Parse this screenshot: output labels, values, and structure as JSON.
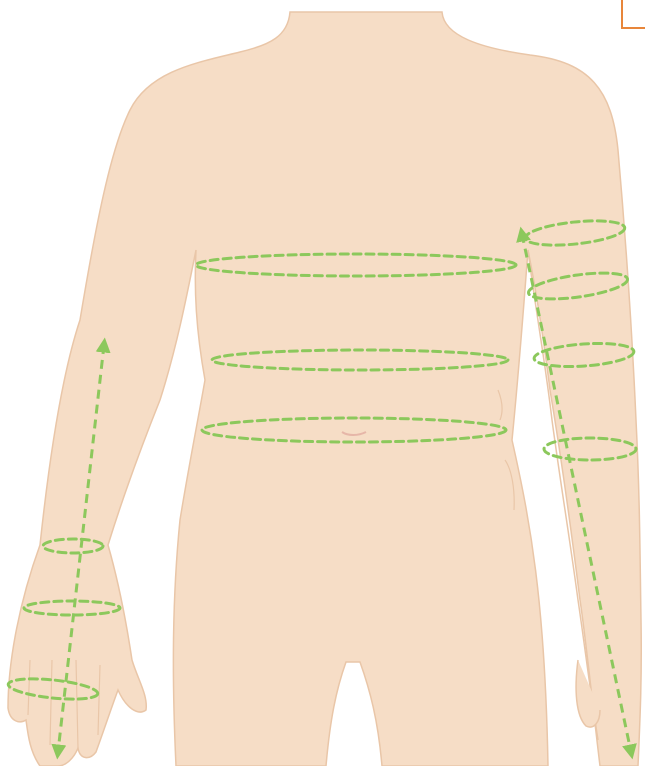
{
  "figure": {
    "description_free": true,
    "colors": {
      "skin": "#f6ddc6",
      "skin_edge": "#e9c6a8",
      "measure_line": "#8cc85c",
      "corner_accent": "#e8863a",
      "navel": "#e6b6a8"
    },
    "measurement_loops": [
      {
        "id": "chest"
      },
      {
        "id": "waist"
      },
      {
        "id": "hip"
      },
      {
        "id": "upper-arm-top"
      },
      {
        "id": "upper-arm-mid"
      },
      {
        "id": "elbow"
      },
      {
        "id": "forearm"
      },
      {
        "id": "wrist"
      },
      {
        "id": "hand"
      },
      {
        "id": "knuckles"
      }
    ],
    "measurement_arrows": [
      {
        "id": "arm-length"
      },
      {
        "id": "forearm-length"
      }
    ]
  }
}
